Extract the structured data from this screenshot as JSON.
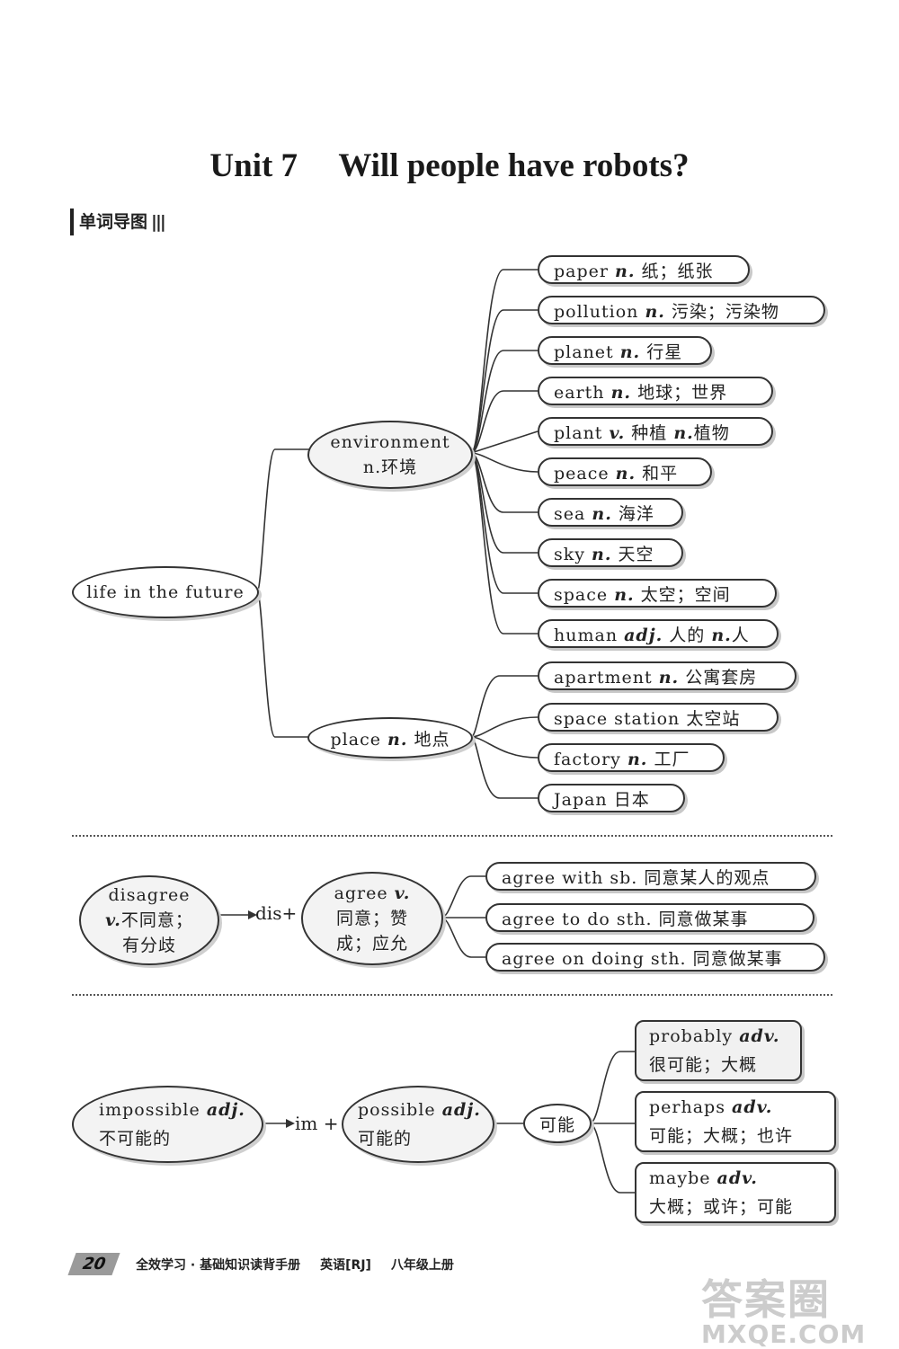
{
  "title": {
    "unit": "Unit 7",
    "question": "Will people have robots?"
  },
  "section_label": "单词导图",
  "map1": {
    "root": "life in the future",
    "environment": {
      "word": "environment",
      "def": "n.环境"
    },
    "place": {
      "word": "place",
      "pos": "n.",
      "meaning": "地点"
    },
    "env_items": [
      {
        "word": "paper",
        "pos": "n.",
        "meaning": "纸；纸张"
      },
      {
        "word": "pollution",
        "pos": "n.",
        "meaning": "污染；污染物"
      },
      {
        "word": "planet",
        "pos": "n.",
        "meaning": "行星"
      },
      {
        "word": "earth",
        "pos": "n.",
        "meaning": "地球；世界"
      },
      {
        "word": "plant",
        "pos": "v.",
        "meaning": "种植",
        "pos2": "n.",
        "meaning2": "植物"
      },
      {
        "word": "peace",
        "pos": "n.",
        "meaning": "和平"
      },
      {
        "word": "sea",
        "pos": "n.",
        "meaning": "海洋"
      },
      {
        "word": "sky",
        "pos": "n.",
        "meaning": "天空"
      },
      {
        "word": "space",
        "pos": "n.",
        "meaning": "太空；空间"
      },
      {
        "word": "human",
        "pos": "adj.",
        "meaning": "人的",
        "pos2": "n.",
        "meaning2": "人"
      }
    ],
    "place_items": [
      {
        "word": "apartment",
        "pos": "n.",
        "meaning": "公寓套房"
      },
      {
        "word": "space station",
        "pos": "",
        "meaning": "太空站"
      },
      {
        "word": "factory",
        "pos": "n.",
        "meaning": "工厂"
      },
      {
        "word": "Japan",
        "pos": "",
        "meaning": "日本"
      }
    ]
  },
  "map2": {
    "disagree": {
      "word": "disagree",
      "pos": "v.",
      "line1": "不同意；",
      "line2": "有分歧"
    },
    "prefix": "dis+",
    "agree": {
      "word": "agree",
      "pos": "v.",
      "line1": "同意；赞",
      "line2": "成；应允"
    },
    "phrases": [
      "agree with sb. 同意某人的观点",
      "agree to do sth. 同意做某事",
      "agree on doing sth. 同意做某事"
    ]
  },
  "map3": {
    "impossible": {
      "word": "impossible",
      "pos": "adj.",
      "meaning": "不可能的"
    },
    "prefix": "im +",
    "possible": {
      "word": "possible",
      "pos": "adj.",
      "meaning": "可能的"
    },
    "hub": "可能",
    "synonyms": [
      {
        "word": "probably",
        "pos": "adv.",
        "meaning": "很可能；大概"
      },
      {
        "word": "perhaps",
        "pos": "adv.",
        "meaning": "可能；大概；也许"
      },
      {
        "word": "maybe",
        "pos": "adv.",
        "meaning": "大概；或许；可能"
      }
    ]
  },
  "footer": {
    "page": "20",
    "series": "全效学习 · 基础知识读背手册",
    "subject": "英语[RJ]",
    "grade": "八年级上册"
  },
  "watermark": {
    "cn": "答案圈",
    "url": "MXQE.COM"
  }
}
